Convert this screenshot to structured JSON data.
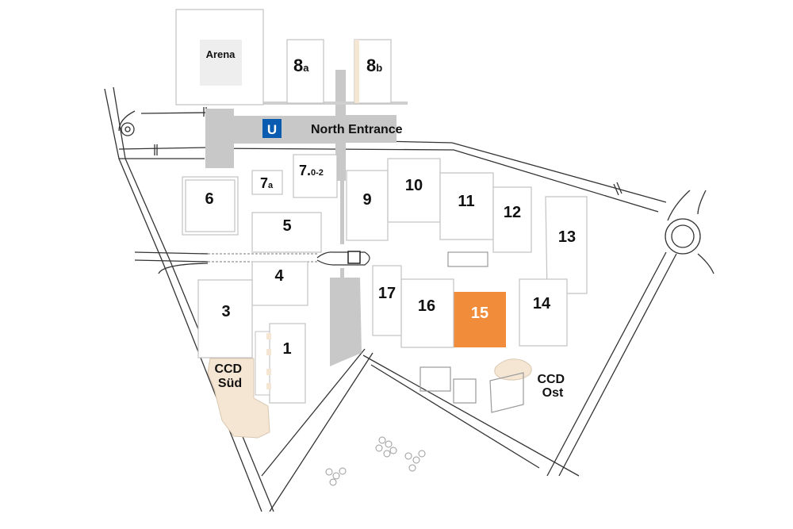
{
  "map": {
    "accent_color": "#f08c3a",
    "ccd_color": "#f5e6d3",
    "halls": [
      {
        "id": "arena",
        "label": "Arena"
      },
      {
        "id": "8a",
        "label": "8",
        "sub": "a"
      },
      {
        "id": "8b",
        "label": "8",
        "sub": "b"
      },
      {
        "id": "7a",
        "label": "7",
        "sub": "a"
      },
      {
        "id": "7-0-2",
        "label": "7.",
        "sub": "0-2"
      },
      {
        "id": "6",
        "label": "6"
      },
      {
        "id": "5",
        "label": "5"
      },
      {
        "id": "4",
        "label": "4"
      },
      {
        "id": "3",
        "label": "3"
      },
      {
        "id": "1",
        "label": "1"
      },
      {
        "id": "9",
        "label": "9"
      },
      {
        "id": "10",
        "label": "10"
      },
      {
        "id": "11",
        "label": "11"
      },
      {
        "id": "12",
        "label": "12"
      },
      {
        "id": "13",
        "label": "13"
      },
      {
        "id": "14",
        "label": "14"
      },
      {
        "id": "15",
        "label": "15",
        "highlighted": true
      },
      {
        "id": "16",
        "label": "16"
      },
      {
        "id": "17",
        "label": "17"
      }
    ],
    "ccd_sud": {
      "line1": "CCD",
      "line2": "Süd"
    },
    "ccd_ost": {
      "line1": "CCD",
      "line2": "Ost"
    },
    "entrance": {
      "label": "North Entrance",
      "icon": "subway-u-icon",
      "icon_letter": "U"
    }
  }
}
